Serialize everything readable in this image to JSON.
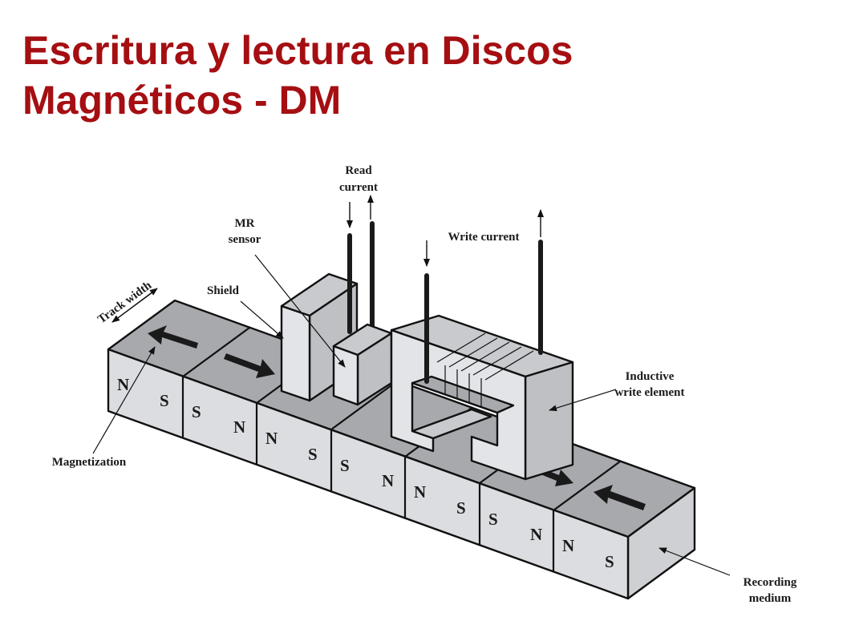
{
  "slide": {
    "title_line1": "Escritura y lectura en Discos",
    "title_line2": "Magnéticos - DM"
  },
  "labels": {
    "read_current_1": "Read",
    "read_current_2": "current",
    "mr_sensor_1": "MR",
    "mr_sensor_2": "sensor",
    "shield": "Shield",
    "track_width": "Track width",
    "write_current": "Write current",
    "inductive_1": "Inductive",
    "inductive_2": "write element",
    "magnetization": "Magnetization",
    "recording_1": "Recording",
    "recording_2": "medium"
  },
  "cells": [
    {
      "left": "N",
      "right": "S"
    },
    {
      "left": "S",
      "right": "N"
    },
    {
      "left": "N",
      "right": "S"
    },
    {
      "left": "S",
      "right": "N"
    },
    {
      "left": "N",
      "right": "S"
    },
    {
      "left": "S",
      "right": "N"
    },
    {
      "left": "N",
      "right": "S"
    }
  ],
  "colors": {
    "title": "#a50f12",
    "top_face": "#a7a9ad",
    "front_face": "#dcdde0",
    "head_face": "#e3e4e7",
    "head_top": "#c9cacd",
    "head_side": "#bfc0c4"
  }
}
